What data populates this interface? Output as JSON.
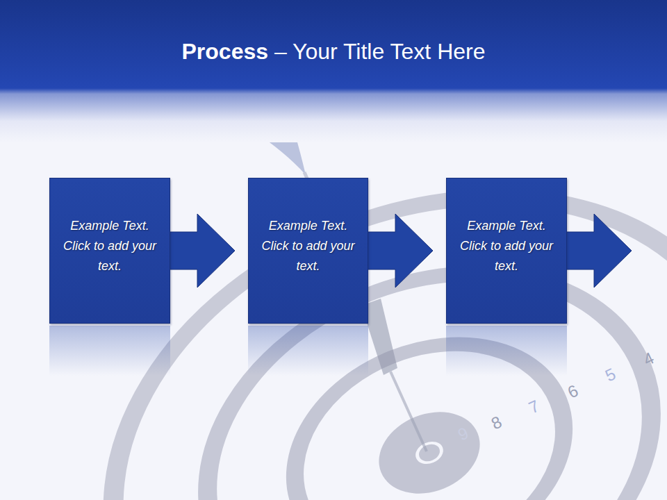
{
  "diagram": {
    "title": "Process – Your Title Text Here",
    "nodes": [
      {
        "text": [
          "Example Text. Click to add your text."
        ]
      },
      {
        "text": [
          "Example Text. Click to add your text."
        ]
      },
      {
        "text": [
          "Example Text. Click to add your text."
        ]
      }
    ],
    "edges": [
      {
        "from": 0,
        "to": 1,
        "arrow": "to"
      },
      {
        "from": 1,
        "to": 2,
        "arrow": "to"
      }
    ],
    "labels": [
      "9",
      "8",
      "7",
      "6",
      "5",
      "4"
    ]
  }
}
